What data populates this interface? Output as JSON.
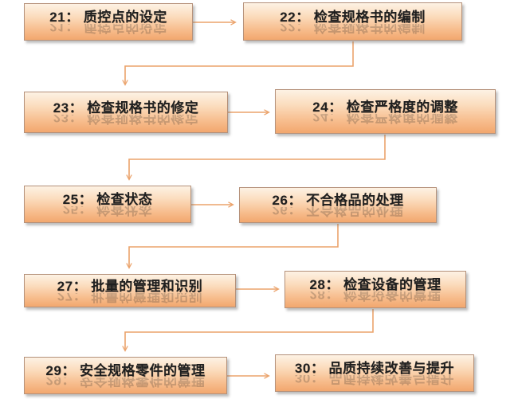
{
  "flowchart": {
    "boxes": [
      {
        "id": "21",
        "label": "21： 质控点的设定"
      },
      {
        "id": "22",
        "label": "22： 检查规格书的编制"
      },
      {
        "id": "23",
        "label": "23： 检查规格书的修定"
      },
      {
        "id": "24",
        "label": "24： 检查严格度的调整"
      },
      {
        "id": "25",
        "label": "25： 检查状态"
      },
      {
        "id": "26",
        "label": "26： 不合格品的处理"
      },
      {
        "id": "27",
        "label": "27： 批量的管理和识别"
      },
      {
        "id": "28",
        "label": "28： 检查设备的管理"
      },
      {
        "id": "29",
        "label": "29： 安全规格零件的管理"
      },
      {
        "id": "30",
        "label": "30： 品质持续改善与提升"
      }
    ],
    "connections": [
      {
        "from": "21",
        "to": "22"
      },
      {
        "from": "22",
        "to": "23"
      },
      {
        "from": "23",
        "to": "24"
      },
      {
        "from": "24",
        "to": "25"
      },
      {
        "from": "25",
        "to": "26"
      },
      {
        "from": "26",
        "to": "27"
      },
      {
        "from": "27",
        "to": "28"
      },
      {
        "from": "28",
        "to": "29"
      },
      {
        "from": "29",
        "to": "30"
      }
    ],
    "colors": {
      "background": "#ffffff",
      "box_gradient_top": "#fdf2e4",
      "box_gradient_bottom": "#f2a76e",
      "box_border": "#b5917a",
      "arrow": "#eba36c",
      "text": "#1f1f1f"
    }
  }
}
